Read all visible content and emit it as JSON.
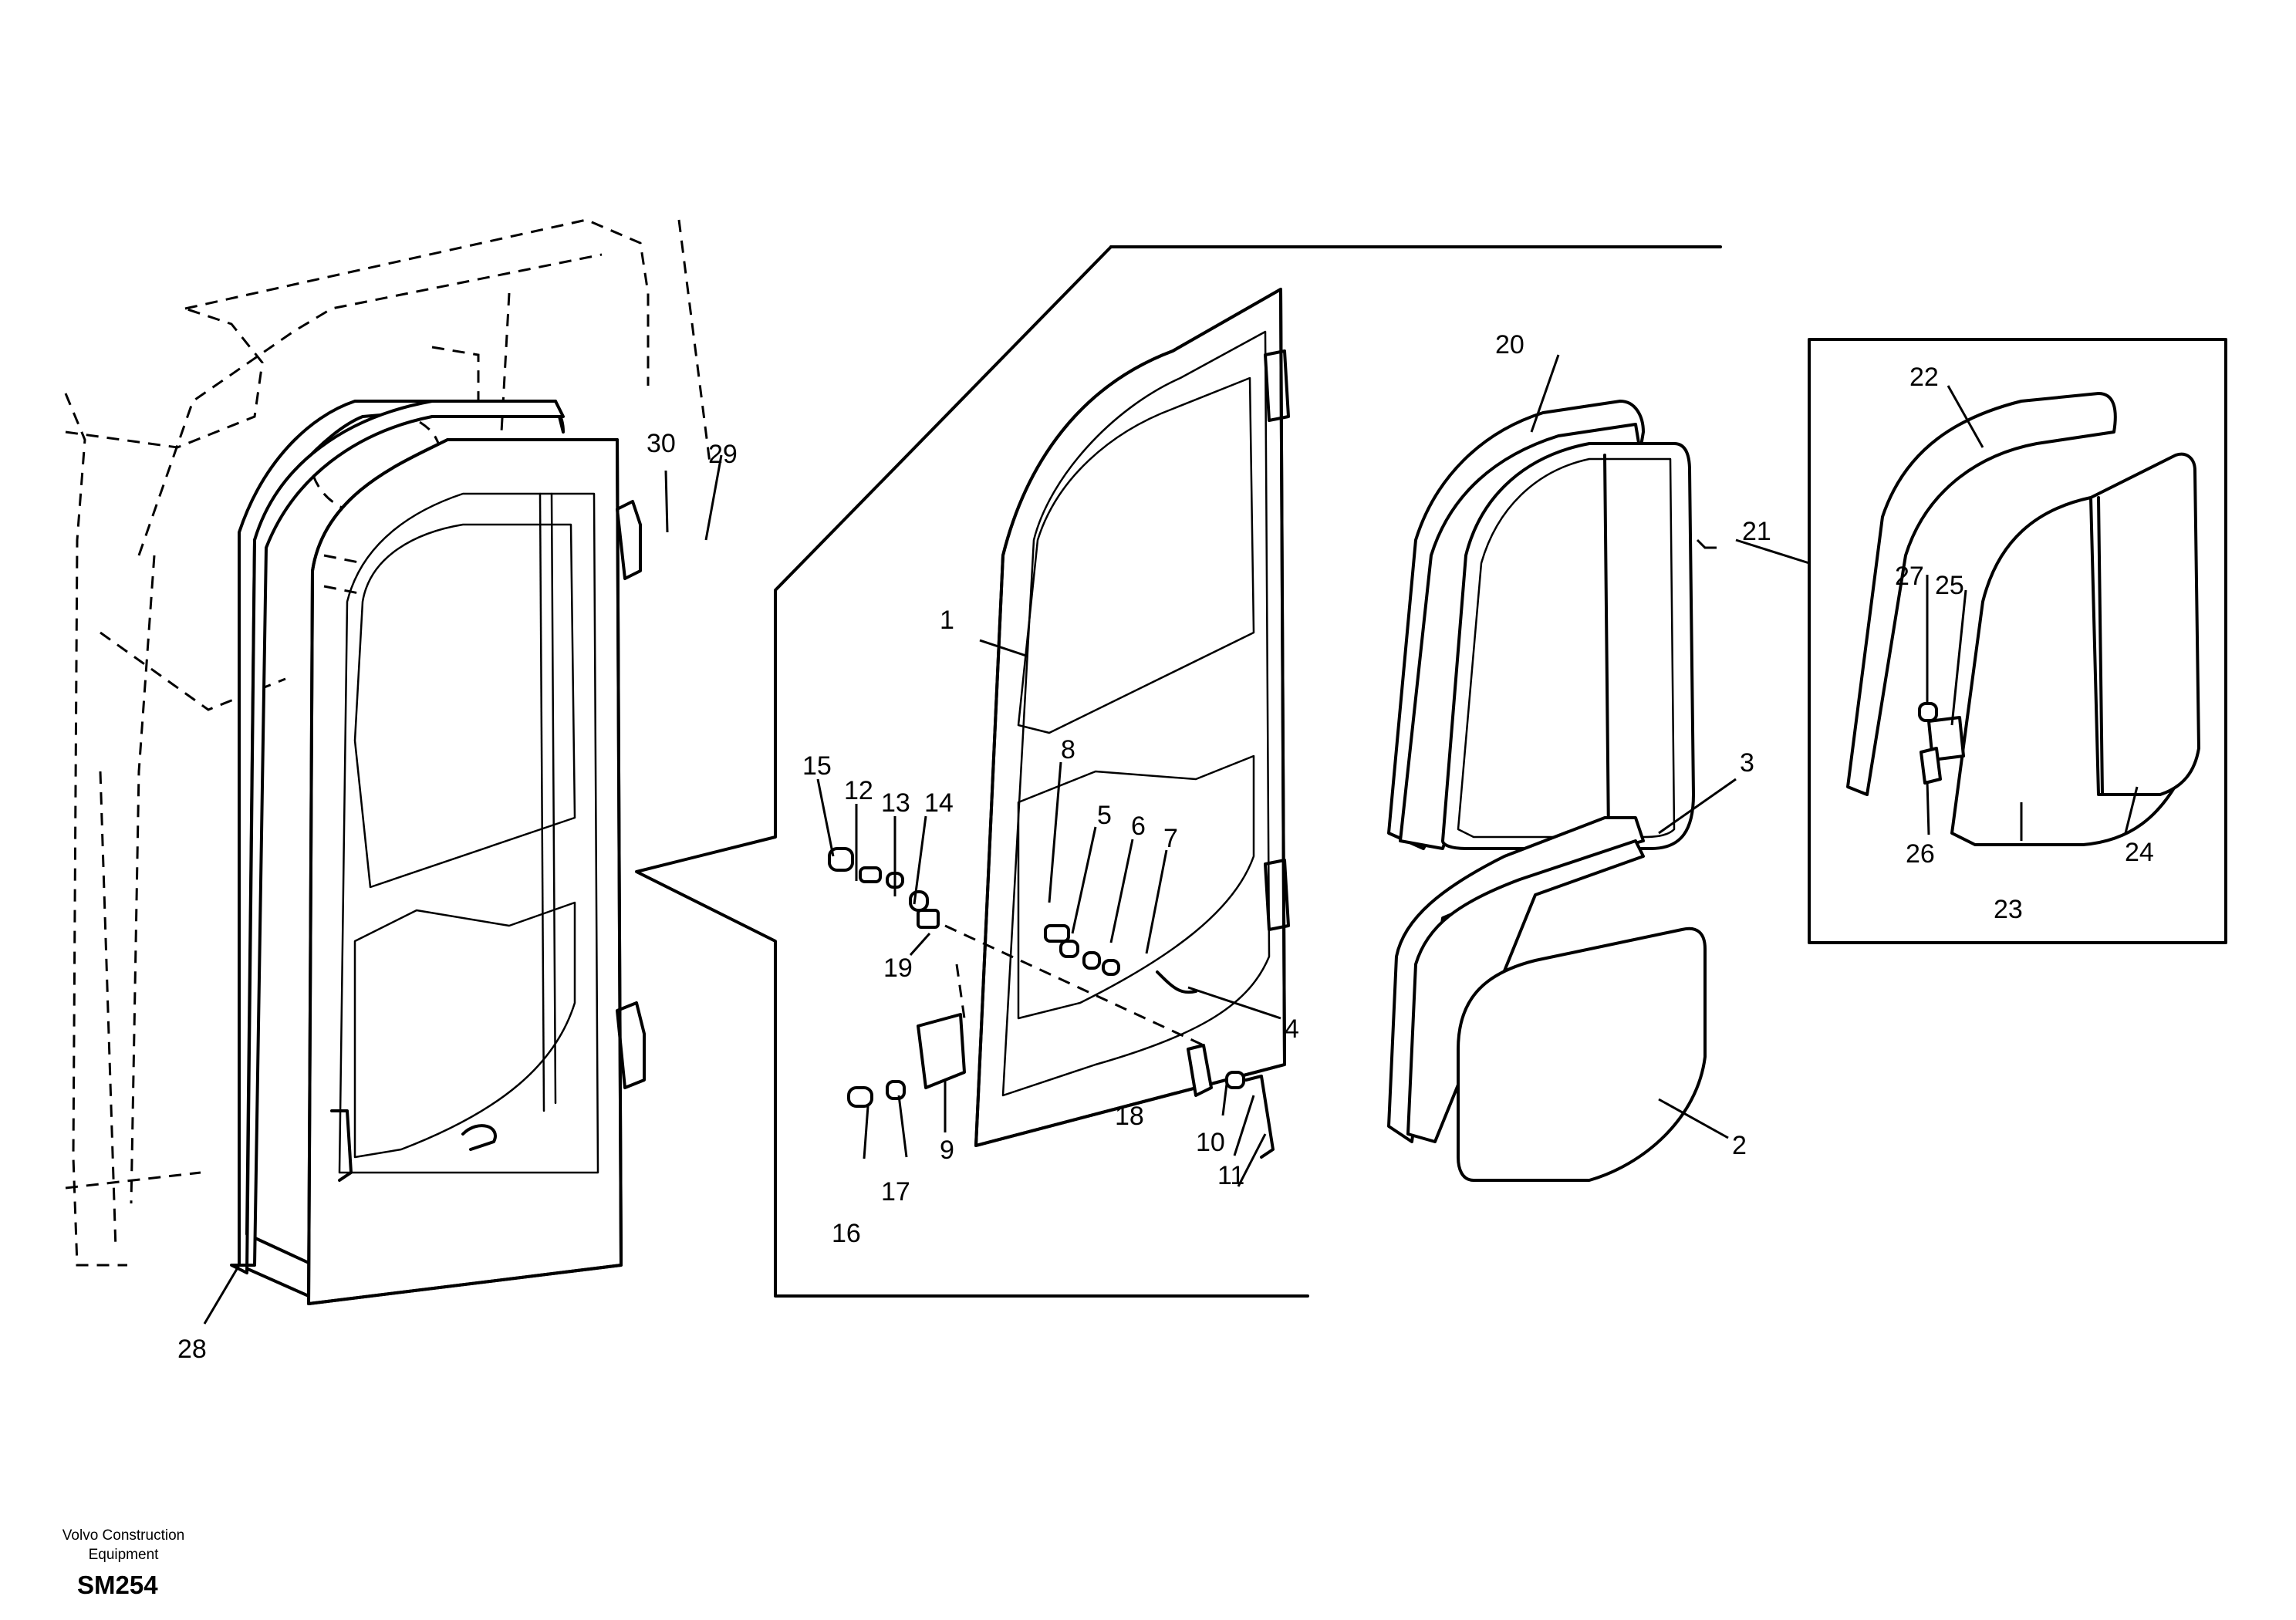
{
  "footer": {
    "brand_line1": "Volvo Construction",
    "brand_line2": "Equipment",
    "code": "SM254"
  },
  "callouts": [
    {
      "id": "c1",
      "label": "1"
    },
    {
      "id": "c2",
      "label": "2"
    },
    {
      "id": "c3",
      "label": "3"
    },
    {
      "id": "c4",
      "label": "4"
    },
    {
      "id": "c5",
      "label": "5"
    },
    {
      "id": "c6",
      "label": "6"
    },
    {
      "id": "c7",
      "label": "7"
    },
    {
      "id": "c8",
      "label": "8"
    },
    {
      "id": "c9",
      "label": "9"
    },
    {
      "id": "c10",
      "label": "10"
    },
    {
      "id": "c11",
      "label": "11"
    },
    {
      "id": "c12",
      "label": "12"
    },
    {
      "id": "c13",
      "label": "13"
    },
    {
      "id": "c14",
      "label": "14"
    },
    {
      "id": "c15",
      "label": "15"
    },
    {
      "id": "c16",
      "label": "16"
    },
    {
      "id": "c17",
      "label": "17"
    },
    {
      "id": "c18",
      "label": "18"
    },
    {
      "id": "c19",
      "label": "19"
    },
    {
      "id": "c20",
      "label": "20"
    },
    {
      "id": "c21",
      "label": "21"
    },
    {
      "id": "c22",
      "label": "22"
    },
    {
      "id": "c23",
      "label": "23"
    },
    {
      "id": "c24",
      "label": "24"
    },
    {
      "id": "c25",
      "label": "25"
    },
    {
      "id": "c26",
      "label": "26"
    },
    {
      "id": "c27",
      "label": "27"
    },
    {
      "id": "c28",
      "label": "28"
    },
    {
      "id": "c29",
      "label": "29"
    },
    {
      "id": "c30",
      "label": "30"
    }
  ]
}
